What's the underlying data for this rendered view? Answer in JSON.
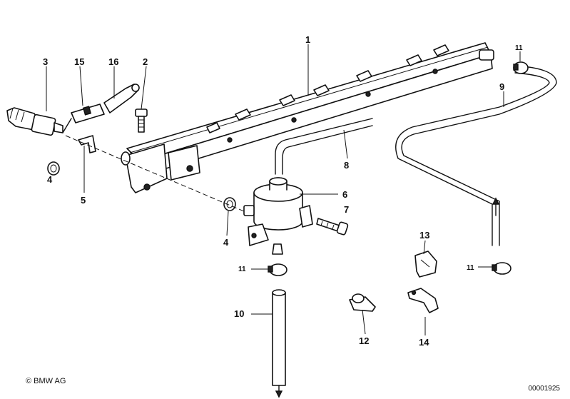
{
  "callouts": {
    "c1": "1",
    "c2": "2",
    "c3": "3",
    "c4a": "4",
    "c4b": "4",
    "c5": "5",
    "c6": "6",
    "c7": "7",
    "c8": "8",
    "c9": "9",
    "c10": "10",
    "c11a": "11",
    "c11b": "11",
    "c11c": "11",
    "c12": "12",
    "c13": "13",
    "c14": "14",
    "c15": "15",
    "c16": "16"
  },
  "footer": {
    "copyright": "© BMW AG",
    "drawing_number": "00001925"
  }
}
